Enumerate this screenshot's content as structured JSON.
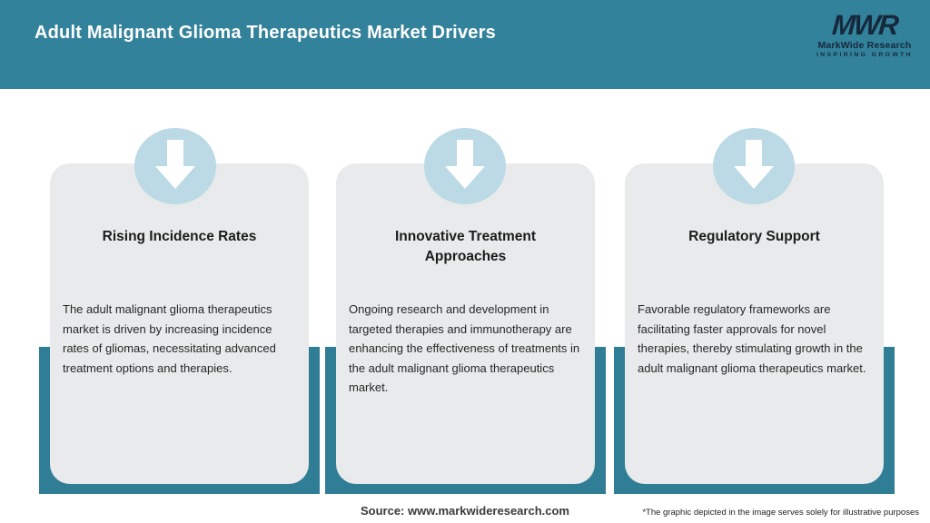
{
  "header": {
    "title": "Adult Malignant Glioma Therapeutics Market Drivers",
    "logo": {
      "mark": "MWR",
      "name": "MarkWide Research",
      "tagline": "INSPIRING GROWTH"
    }
  },
  "cards": [
    {
      "icon": "down-arrow-icon",
      "title": "Rising Incidence Rates",
      "description": "The adult malignant glioma therapeutics market is driven by increasing incidence rates of gliomas, necessitating advanced treatment options and therapies."
    },
    {
      "icon": "down-arrow-icon",
      "title": "Innovative Treatment Approaches",
      "description": "Ongoing research and development in targeted therapies and immunotherapy are enhancing the effectiveness of treatments in the adult malignant glioma therapeutics market."
    },
    {
      "icon": "down-arrow-icon",
      "title": "Regulatory Support",
      "description": "Favorable regulatory frameworks are facilitating faster approvals for novel therapies, thereby stimulating growth in the adult malignant glioma therapeutics market."
    }
  ],
  "footer": {
    "source": "Source: www.markwideresearch.com",
    "disclaimer": "*The graphic depicted in the image serves solely for illustrative purposes"
  },
  "colors": {
    "header_teal": "#33829B",
    "backing_teal": "#2F7E96",
    "circle_blue": "#BBDAE6",
    "card_gray": "#E8EAEB",
    "logo_navy": "#16293C",
    "title_text": "#FFFFFF"
  }
}
